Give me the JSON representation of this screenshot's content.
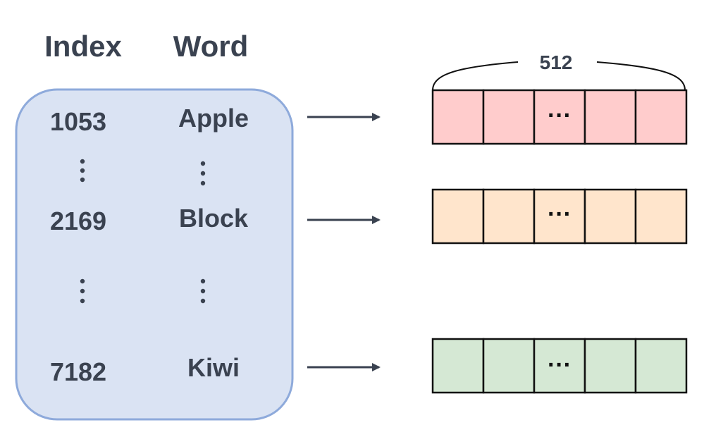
{
  "table": {
    "headers": {
      "index": "Index",
      "word": "Word"
    },
    "rows": [
      {
        "index": "1053",
        "word": "Apple"
      },
      {
        "index": "2169",
        "word": "Block"
      },
      {
        "index": "7182",
        "word": "Kiwi"
      }
    ],
    "ellipsis": "⋮",
    "box_fill": "#dae3f3",
    "box_stroke": "#8eaadb"
  },
  "vectors": {
    "dimension_label": "512",
    "ellipsis": "···",
    "rows": [
      {
        "word": "Apple",
        "fill": "#ffcccc"
      },
      {
        "word": "Block",
        "fill": "#ffe5cc"
      },
      {
        "word": "Kiwi",
        "fill": "#d5e8d4"
      }
    ]
  },
  "colors": {
    "text": "#3a4250",
    "arrow": "#3a4250",
    "cell_border": "#111111"
  }
}
